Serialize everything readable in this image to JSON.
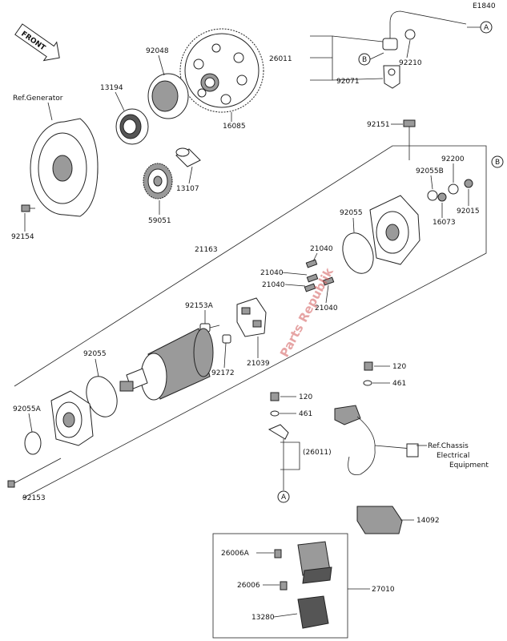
{
  "diagram_code": "E1840",
  "front_label": "FRONT",
  "ref_generator": "Ref.Generator",
  "ref_chassis": [
    "Ref.Chassis",
    "Electrical",
    "Equipment"
  ],
  "watermark": "Parts Republik",
  "parts": {
    "p26011": "26011",
    "p92210": "92210",
    "p92071": "92071",
    "p92048": "92048",
    "p13194": "13194",
    "p16085": "16085",
    "p13107": "13107",
    "p59051": "59051",
    "p92154": "92154",
    "p92151": "92151",
    "p92200": "92200",
    "p92055B": "92055B",
    "p16073": "16073",
    "p92015": "92015",
    "p92055_top": "92055",
    "p21163": "21163",
    "p21040_a": "21040",
    "p21040_b": "21040",
    "p21040_c": "21040",
    "p21040_d": "21040",
    "p92153A": "92153A",
    "p92172": "92172",
    "p21039": "21039",
    "p92055_mid": "92055",
    "p120_a": "120",
    "p461_a": "461",
    "p120_b": "120",
    "p461_b": "461",
    "p26011_ref": "(26011)",
    "p92055A": "92055A",
    "p92153": "92153",
    "p14092": "14092",
    "p26006A": "26006A",
    "p26006": "26006",
    "p27010": "27010",
    "p13280": "13280"
  },
  "callouts": {
    "a_top": "A",
    "b_top": "B",
    "b_right": "B",
    "a_bottom": "A"
  }
}
